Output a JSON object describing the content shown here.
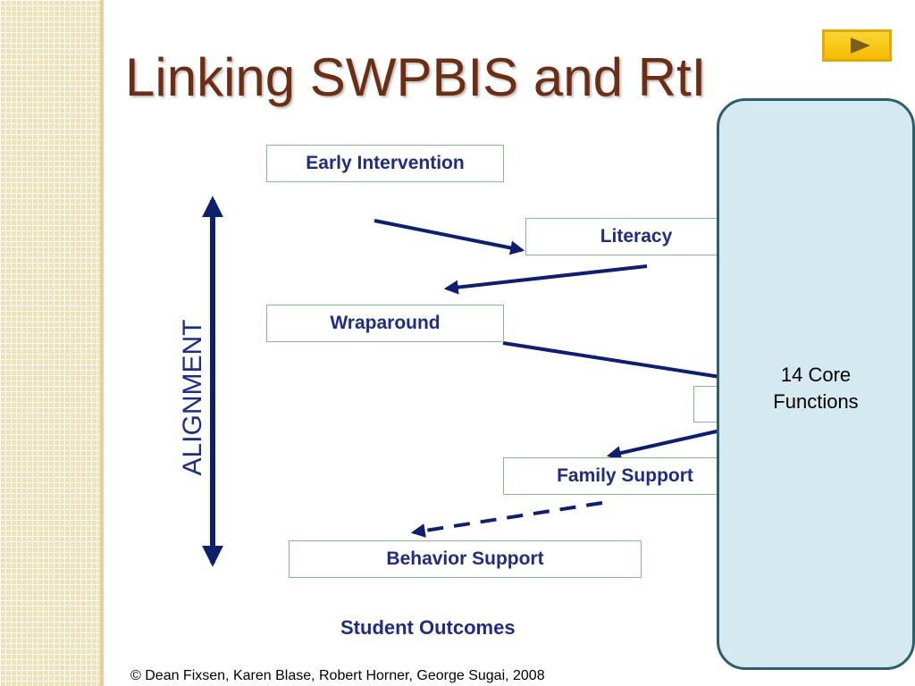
{
  "slide": {
    "title": "Linking SWPBIS and RtI",
    "play_button_icon": "play-icon",
    "axis_label": "ALIGNMENT",
    "outcomes": "Student Outcomes",
    "copyright": "© Dean Fixsen, Karen Blase, Robert Horner, George Sugai, 2008"
  },
  "boxes": [
    {
      "id": "early-intervention",
      "label": "Early Intervention"
    },
    {
      "id": "literacy",
      "label": "Literacy"
    },
    {
      "id": "wraparound",
      "label": "Wraparound"
    },
    {
      "id": "hidden-box",
      "label": ""
    },
    {
      "id": "family-support",
      "label": "Family Support"
    },
    {
      "id": "behavior-support",
      "label": "Behavior Support"
    }
  ],
  "core_panel": {
    "line1": "14 Core",
    "line2": "Functions"
  },
  "colors": {
    "title": "#6b2d14",
    "arrow": "#0d1f6e",
    "box_text": "#1f2d80",
    "box_border": "#7fbf7f",
    "panel_fill": "#d4e9f0",
    "panel_border": "#2f5e6a",
    "side_pattern": "#f1e1b8",
    "play_button": "#ffd633"
  }
}
